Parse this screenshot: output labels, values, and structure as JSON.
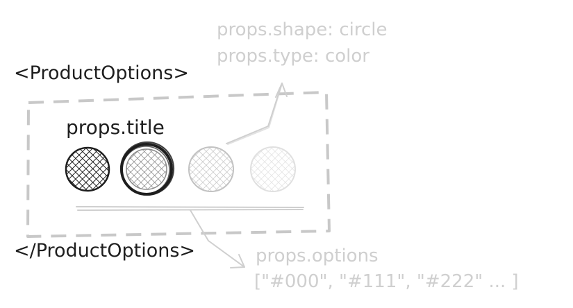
{
  "component": {
    "open_tag": "<ProductOptions>",
    "close_tag": "</ProductOptions>"
  },
  "title_label": "props.title",
  "notes": {
    "shape_line": "props.shape: circle",
    "type_line": "props.type: color",
    "options_label": "props.options",
    "options_value": "[\"#000\", \"#111\", \"#222\" ... ]"
  },
  "options": [
    {
      "color": "#1e1e1e",
      "selected": false
    },
    {
      "color": "#7a7a7a",
      "selected": true
    },
    {
      "color": "#bdbdbd",
      "selected": false
    },
    {
      "color": "#dedede",
      "selected": false
    }
  ],
  "colors": {
    "ink": "#1e1e1e",
    "muted": "#cfcfcf",
    "dashed_border": "#c8c8c8"
  }
}
